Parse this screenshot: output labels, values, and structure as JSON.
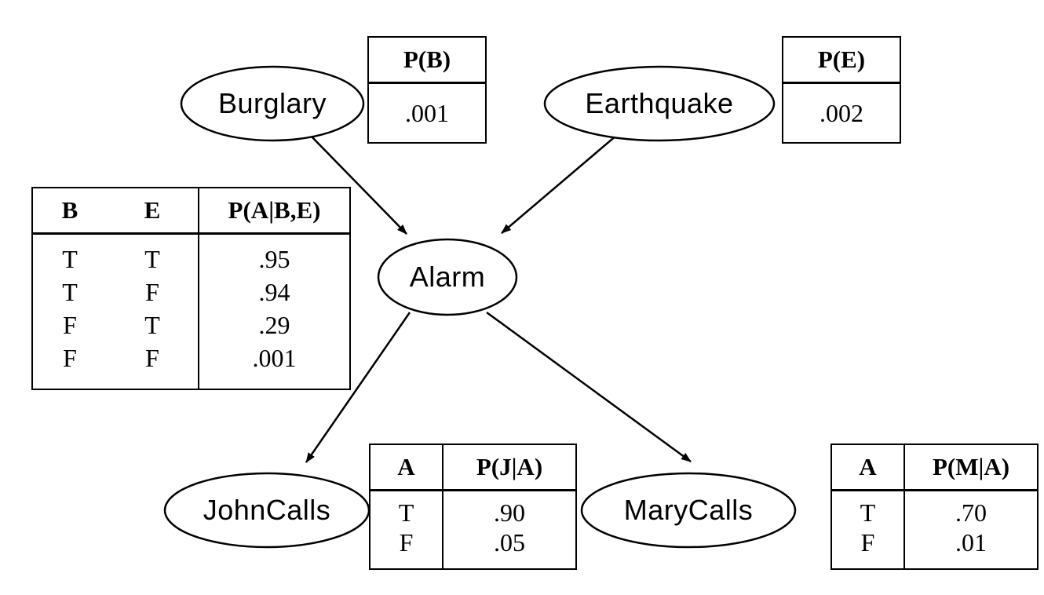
{
  "diagram": {
    "kind": "bayesian-network",
    "nodes": {
      "burglary": {
        "label": "Burglary"
      },
      "earthquake": {
        "label": "Earthquake"
      },
      "alarm": {
        "label": "Alarm"
      },
      "johncalls": {
        "label": "JohnCalls"
      },
      "marycalls": {
        "label": "MaryCalls"
      }
    },
    "edges": [
      {
        "from": "Burglary",
        "to": "Alarm"
      },
      {
        "from": "Earthquake",
        "to": "Alarm"
      },
      {
        "from": "Alarm",
        "to": "JohnCalls"
      },
      {
        "from": "Alarm",
        "to": "MaryCalls"
      }
    ],
    "tables": {
      "pb": {
        "header": "P(B)",
        "value": ".001"
      },
      "pe": {
        "header": "P(E)",
        "value": ".002"
      },
      "pa": {
        "headers": [
          "B",
          "E",
          "P(A|B,E)"
        ],
        "rows": [
          [
            "T",
            "T",
            ".95"
          ],
          [
            "T",
            "F",
            ".94"
          ],
          [
            "F",
            "T",
            ".29"
          ],
          [
            "F",
            "F",
            ".001"
          ]
        ]
      },
      "pj": {
        "headers": [
          "A",
          "P(J|A)"
        ],
        "rows": [
          [
            "T",
            ".90"
          ],
          [
            "F",
            ".05"
          ]
        ]
      },
      "pm": {
        "headers": [
          "A",
          "P(M|A)"
        ],
        "rows": [
          [
            "T",
            ".70"
          ],
          [
            "F",
            ".01"
          ]
        ]
      }
    }
  }
}
